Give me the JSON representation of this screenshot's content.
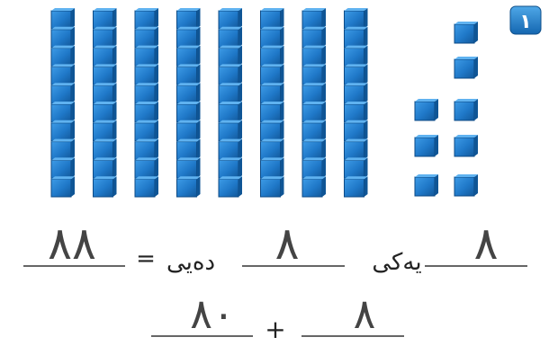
{
  "problem_badge": "١",
  "blocks": {
    "ten_rods": 8,
    "unit_cubes": 8,
    "color": "#1f78c8"
  },
  "line1": {
    "total_answer": "٨٨",
    "tens_word": "دەیی",
    "tens_answer": "٨",
    "equals": "=",
    "ones_word": "یەکی",
    "ones_answer": "٨"
  },
  "line2": {
    "tens_value_answer": "٨٠",
    "plus": "+",
    "ones_value_answer": "٨"
  }
}
